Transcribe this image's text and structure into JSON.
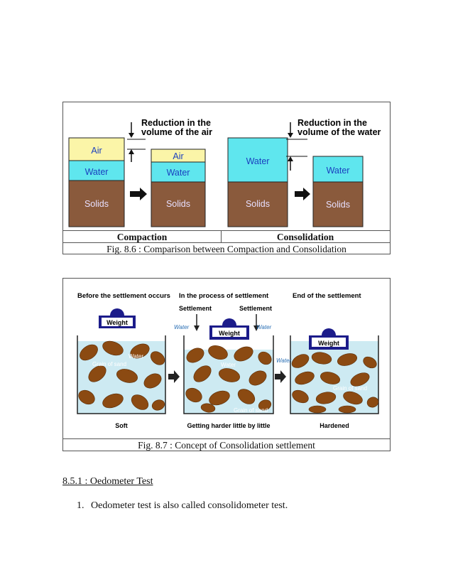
{
  "fig86": {
    "air": "Air",
    "water": "Water",
    "solids": "Solids",
    "reduction_air": [
      "Reduction in the",
      "volume of the air"
    ],
    "reduction_water": [
      "Reduction in the",
      "volume of the water"
    ],
    "col_left": "Compaction",
    "col_right": "Consolidation",
    "caption": "Fig. 8.6 : Comparison between Compaction and Consolidation",
    "colors": {
      "air": "#fbf5a8",
      "water": "#5fe6ee",
      "solids": "#8a5a3c"
    }
  },
  "fig87": {
    "stage1": "Before the settlement occurs",
    "stage2": "In the process of settlement",
    "stage3": "End of the settlement",
    "weight": "Weight",
    "settlement": "Settlement",
    "water": "Water",
    "grain": "Grain of sand",
    "state1": "Soft",
    "state2": "Getting harder little by little",
    "state3": "Hardened",
    "caption": "Fig. 8.7 : Concept of Consolidation settlement",
    "colors": {
      "grain": "#8b4a12",
      "water": "#cdeaf2",
      "weight": "#1c1c8a"
    }
  },
  "section": {
    "heading": "8.5.1 : Oedometer Test",
    "item_number": "1.",
    "item_text": "Oedometer test is also called consolidometer test."
  }
}
